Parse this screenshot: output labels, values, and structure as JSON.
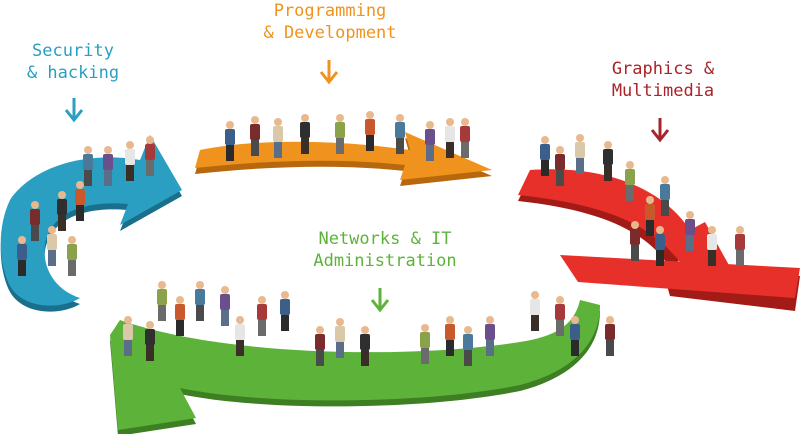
{
  "segments": [
    {
      "id": "security",
      "line1": "Security",
      "line2": "& hacking",
      "color": "#2a9fc2",
      "dark": "#1a6f8c"
    },
    {
      "id": "programming",
      "line1": "Programming",
      "line2": "& Development",
      "color": "#f0931e",
      "dark": "#b8680c"
    },
    {
      "id": "graphics",
      "line1": "Graphics &",
      "line2": "Multimedia",
      "color": "#e8302a",
      "dark": "#a31b16",
      "text": "#a8242a"
    },
    {
      "id": "networks",
      "line1": "Networks & IT",
      "line2": "Administration",
      "color": "#5db33a",
      "dark": "#3d7f22"
    }
  ]
}
